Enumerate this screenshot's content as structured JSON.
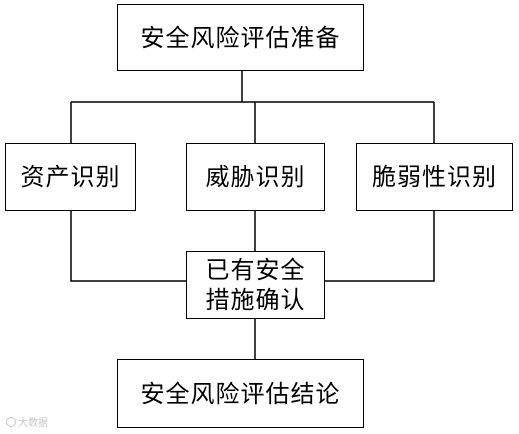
{
  "diagram": {
    "prep_step": "安全风险评估准备",
    "identification_steps": [
      {
        "label": "资产识别"
      },
      {
        "label": "威胁识别"
      },
      {
        "label": "脆弱性识别"
      }
    ],
    "measures_step": {
      "line1": "已有安全",
      "line2": "措施确认"
    },
    "conclusion_step": "安全风险评估结论"
  },
  "watermark": {
    "text": "大数据"
  }
}
